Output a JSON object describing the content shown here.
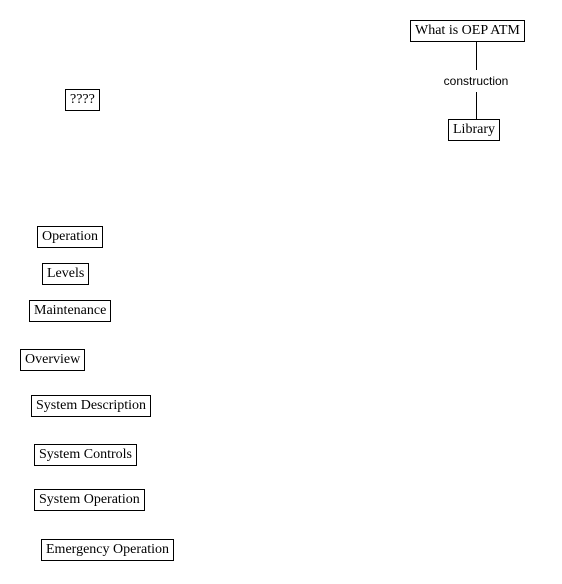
{
  "nodes": {
    "what_is_oep_atm": "What is OEP ATM",
    "library": "Library",
    "unknown": "????",
    "operation": "Operation",
    "levels": "Levels",
    "maintenance": "Maintenance",
    "overview": "Overview",
    "system_description": "System Description",
    "system_controls": "System Controls",
    "system_operation": "System Operation",
    "emergency_operation": "Emergency Operation"
  },
  "edges": [
    {
      "from": "What is OEP ATM",
      "to": "Library",
      "label": "construction"
    }
  ]
}
